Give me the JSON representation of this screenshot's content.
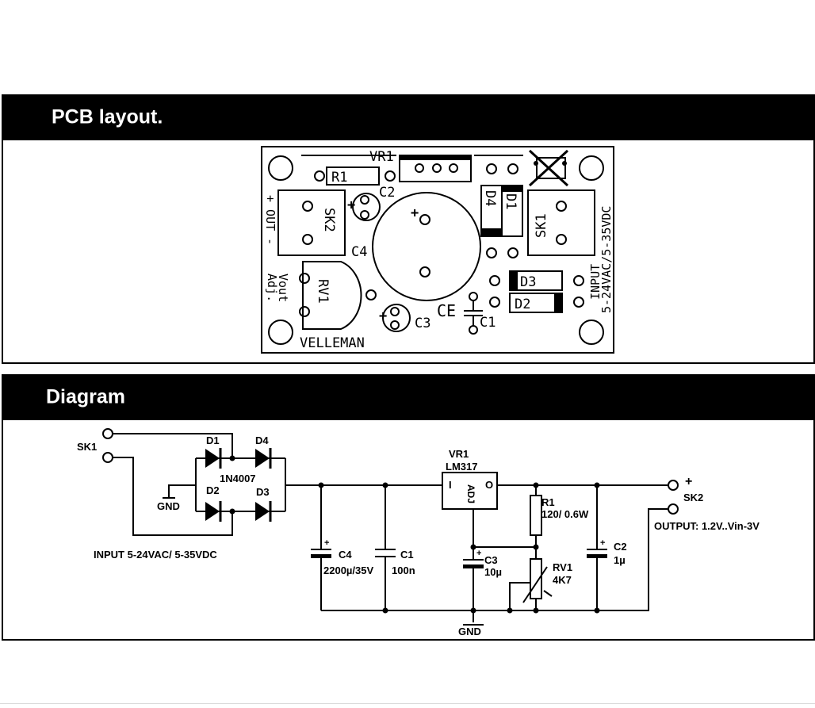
{
  "sections": {
    "pcb_title": "PCB layout.",
    "diagram_title": "Diagram"
  },
  "pcb": {
    "vr1": "VR1",
    "r1": "R1",
    "c2": "C2",
    "sk2": "SK2",
    "c4": "C4",
    "d4": "D4",
    "d1": "D1",
    "sk1": "SK1",
    "d3": "D3",
    "d2": "D2",
    "rv1": "RV1",
    "c3": "C3",
    "c1": "C1",
    "out_label": "+ OUT -",
    "vout_adj_1": "Vout",
    "vout_adj_2": "Adj.",
    "input_1": "INPUT",
    "input_2": "5-24VAC/5-35VDC",
    "brand": "VELLEMAN",
    "plus1": "+",
    "plus2": "+",
    "plus3": "+",
    "ce": "CE"
  },
  "diagram": {
    "sk1": "SK1",
    "d1": "D1",
    "d4": "D4",
    "diode_type": "1N4007",
    "d2": "D2",
    "d3": "D3",
    "gnd_left": "GND",
    "input_desc": "INPUT 5-24VAC/ 5-35VDC",
    "vr1": "VR1",
    "lm317": "LM317",
    "pin_i": "I",
    "pin_o": "O",
    "pin_adj": "ADJ",
    "r1": "R1",
    "r1_val": "120/ 0.6W",
    "rv1": "RV1",
    "rv1_val": "4K7",
    "c4": "C4",
    "c4_val": "2200µ/35V",
    "c1": "C1",
    "c1_val": "100n",
    "c3": "C3",
    "c3_val": "10µ",
    "c2": "C2",
    "c2_val": "1µ",
    "plus": "+",
    "sk2": "SK2",
    "output_desc": "OUTPUT: 1.2V..Vin-3V",
    "gnd_bottom": "GND",
    "cap_plus": "+"
  }
}
